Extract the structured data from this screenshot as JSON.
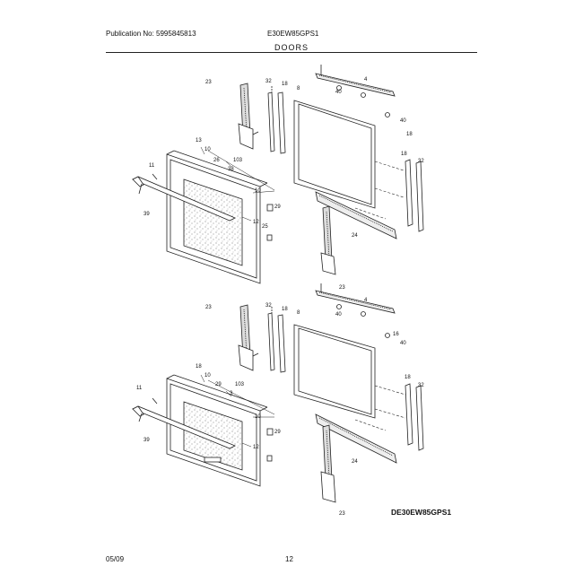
{
  "header": {
    "publication": "Publication No: 5995845813",
    "model": "E30EW85GPS1"
  },
  "section_title": "DOORS",
  "diagram_code": "DE30EW85GPS1",
  "footer": {
    "date": "05/09",
    "page": "12"
  },
  "callouts": {
    "upper": [
      "23",
      "32",
      "18",
      "4",
      "40",
      "8",
      "40",
      "18",
      "13",
      "10",
      "103",
      "26",
      "38",
      "11",
      "18",
      "32",
      "10",
      "29",
      "39",
      "25",
      "12",
      "24",
      "23"
    ],
    "lower": [
      "23",
      "32",
      "18",
      "4",
      "40",
      "8",
      "40",
      "16",
      "18",
      "10",
      "103",
      "29",
      "3",
      "11",
      "18",
      "32",
      "10",
      "29",
      "39",
      "12",
      "24",
      "23"
    ]
  }
}
